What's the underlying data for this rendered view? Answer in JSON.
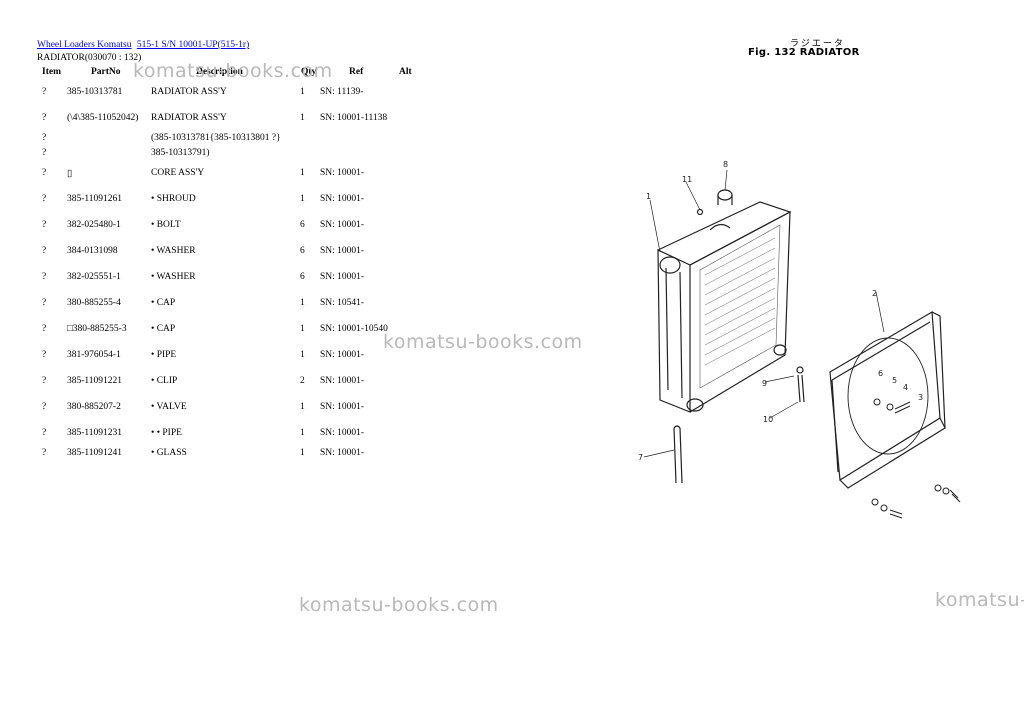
{
  "breadcrumb": {
    "link1": "Wheel Loaders Komatsu",
    "link2": "515-1 S/N 10001-UP(515-1r)"
  },
  "subtitle": "RADIATOR(030070 : 132)",
  "headers": {
    "item": "Item",
    "partno": "PartNo",
    "description": "Description",
    "qty": "Qty",
    "ref": "Ref",
    "alt": "Alt"
  },
  "rows": [
    {
      "item": "?",
      "partno": "385-10313781",
      "desc": "RADIATOR ASS'Y",
      "qty": "1",
      "ref": "SN: 11139-"
    },
    {
      "item": "?",
      "partno": "(\\4\\385-11052042)",
      "desc": "RADIATOR ASS'Y",
      "qty": "1",
      "ref": "SN: 10001-11138"
    },
    {
      "item": "?",
      "item2": "?",
      "partno": "",
      "desc": "(385-10313781{385-10313801 ?}",
      "desc2": "385-10313791)",
      "qty": "",
      "ref": ""
    },
    {
      "item": "?",
      "partno": "▯",
      "desc": "CORE ASS'Y",
      "qty": "1",
      "ref": "SN: 10001-"
    },
    {
      "item": "?",
      "partno": "385-11091261",
      "desc": "• SHROUD",
      "qty": "1",
      "ref": "SN: 10001-"
    },
    {
      "item": "?",
      "partno": "382-025480-1",
      "desc": "• BOLT",
      "qty": "6",
      "ref": "SN: 10001-"
    },
    {
      "item": "?",
      "partno": "384-0131098",
      "desc": "• WASHER",
      "qty": "6",
      "ref": "SN: 10001-"
    },
    {
      "item": "?",
      "partno": "382-025551-1",
      "desc": "• WASHER",
      "qty": "6",
      "ref": "SN: 10001-"
    },
    {
      "item": "?",
      "partno": "380-885255-4",
      "desc": "• CAP",
      "qty": "1",
      "ref": "SN: 10541-"
    },
    {
      "item": "?",
      "partno": "□380-885255-3",
      "desc": "• CAP",
      "qty": "1",
      "ref": "SN: 10001-10540"
    },
    {
      "item": "?",
      "partno": "381-976054-1",
      "desc": "• PIPE",
      "qty": "1",
      "ref": "SN: 10001-"
    },
    {
      "item": "?",
      "partno": "385-11091221",
      "desc": "• CLIP",
      "qty": "2",
      "ref": "SN: 10001-"
    },
    {
      "item": "?",
      "partno": "380-885207-2",
      "desc": "• VALVE",
      "qty": "1",
      "ref": "SN: 10001-"
    },
    {
      "item": "?",
      "partno": "385-11091231",
      "desc": "• • PIPE",
      "qty": "1",
      "ref": "SN: 10001-"
    },
    {
      "item": "?",
      "partno": "385-11091241",
      "desc": "• GLASS",
      "qty": "1",
      "ref": "SN: 10001-"
    }
  ],
  "figure": {
    "title": "Fig. 132 RADIATOR",
    "jp": "ラジエータ",
    "callouts": [
      "1",
      "2",
      "3",
      "4",
      "5",
      "6",
      "7",
      "8",
      "9",
      "10",
      "11"
    ]
  },
  "watermarks": [
    "komatsu-books.com",
    "komatsu-books.com",
    "komatsu-books.com",
    "komatsu-bu"
  ]
}
